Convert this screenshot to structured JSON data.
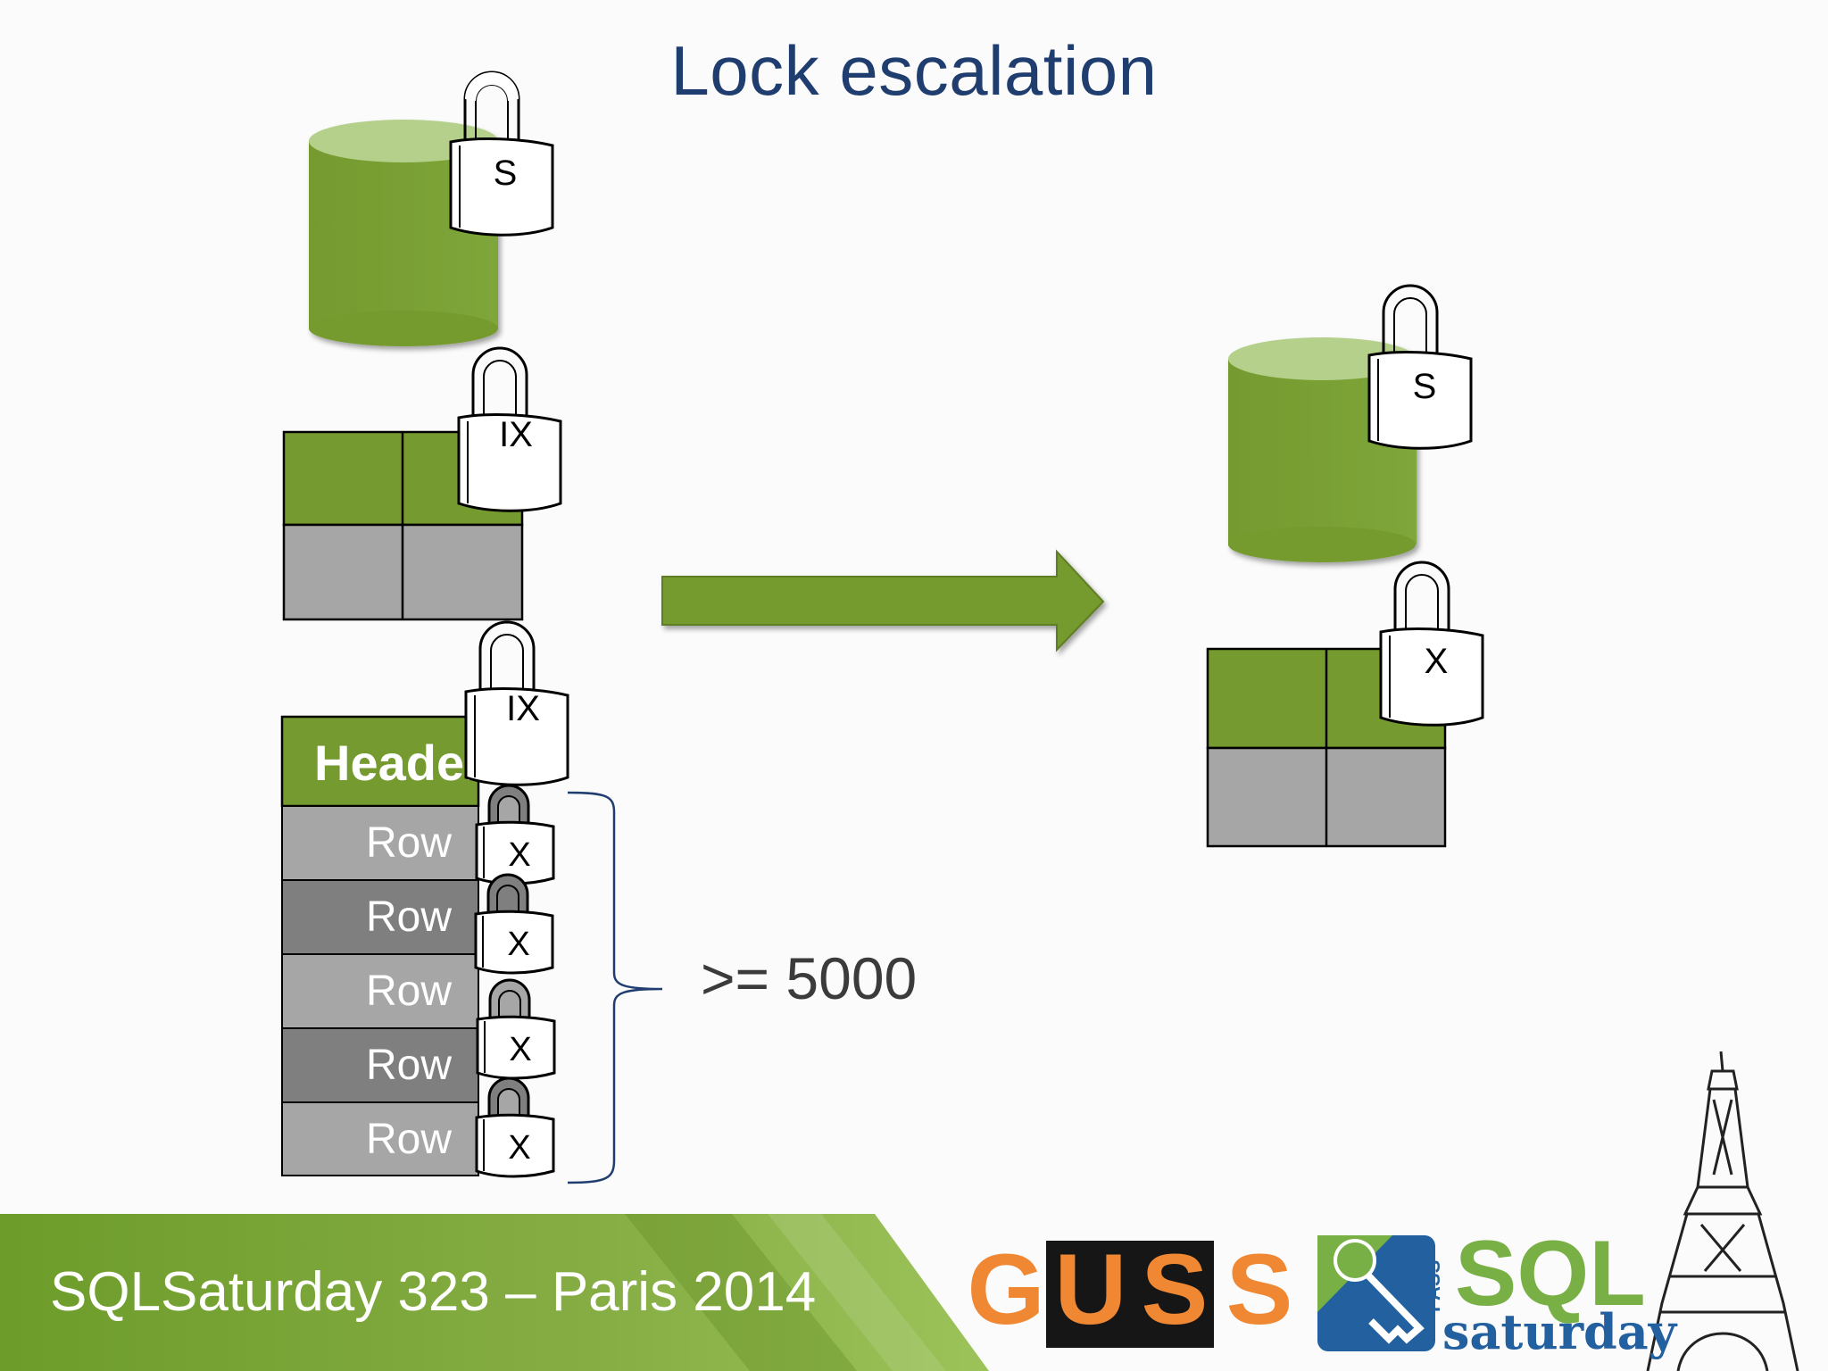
{
  "slide": {
    "title": "Lock escalation",
    "threshold_label": ">= 5000",
    "footer_text": "SQLSaturday 323 – Paris 2014"
  },
  "before": {
    "database_lock": "S",
    "table_lock": "IX",
    "page": {
      "header": "Header",
      "row_label": "Row",
      "page_lock": "IX",
      "row_locks": [
        "X",
        "X",
        "X",
        "X"
      ]
    }
  },
  "after": {
    "database_lock": "S",
    "table_lock": "X"
  },
  "logos": {
    "guss_letters": [
      "G",
      "U",
      "S",
      "S"
    ],
    "sqlsaturday_main": "SQL",
    "sqlsaturday_sub": "saturday",
    "pass_label": "PASS"
  },
  "colors": {
    "green": "#759a2f",
    "green_dark": "#5e7d22",
    "green_light": "#b5d08a",
    "grey_light": "#a6a6a6",
    "grey_dark": "#7f7f7f",
    "title_blue": "#1f3d6e",
    "guss_orange": "#ef8733",
    "guss_black": "#161616",
    "sql_green": "#79b046",
    "sql_blue": "#23609f"
  }
}
